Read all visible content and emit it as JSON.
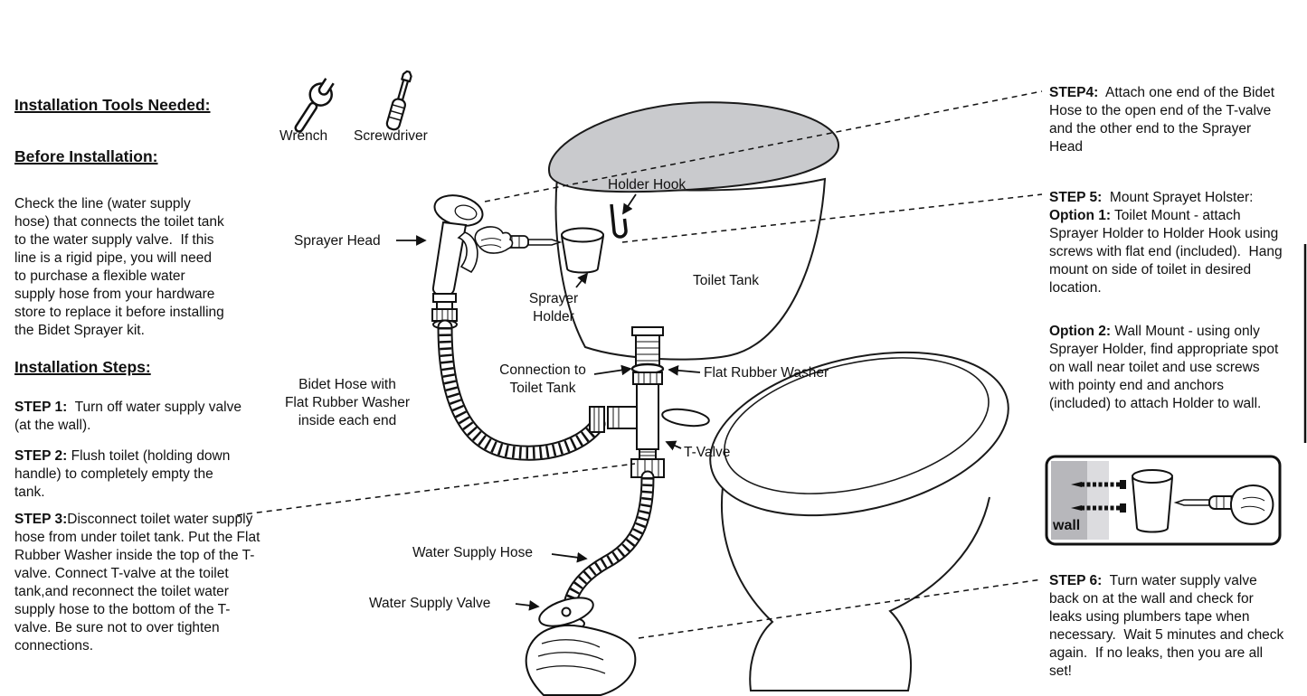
{
  "left": {
    "tools_heading": "Installation Tools Needed:",
    "before_heading": "Before Installation:",
    "before_text": "Check the line (water supply\nhose) that connects the toilet tank\nto the water supply valve.  If this\nline is a rigid pipe, you will need\nto purchase a flexible water\nsupply hose from your hardware\nstore to replace it before installing\nthe Bidet Sprayer kit.",
    "steps_heading": "Installation Steps:",
    "step1_label": "STEP 1:",
    "step1_text": "  Turn off water supply valve  (at the wall).",
    "step2_label": "STEP 2:",
    "step2_text": " Flush toilet (holding down handle) to completely empty the tank.",
    "step3_label": "STEP 3:",
    "step3_text": "Disconnect toilet water supply hose from under toilet tank. Put the Flat Rubber Washer inside the top of the T-valve. Connect T-valve at the toilet tank,and reconnect the toilet water supply hose to the bottom of the T-valve. Be sure not to over tighten connections."
  },
  "tools": {
    "wrench": "Wrench",
    "screwdriver": "Screwdriver"
  },
  "labels": {
    "holder_hook": "Holder Hook",
    "sprayer_head": "Sprayer Head",
    "sprayer_holder": "Sprayer\nHolder",
    "toilet_tank": "Toilet Tank",
    "connection": "Connection to\nToilet Tank",
    "flat_rubber_washer": "Flat Rubber Washer",
    "bidet_hose": "Bidet Hose with\nFlat Rubber Washer\ninside each end",
    "t_valve": "T-Valve",
    "water_supply_hose": "Water Supply Hose",
    "water_supply_valve": "Water Supply Valve"
  },
  "right": {
    "step4_label": "STEP4:",
    "step4_text": "  Attach one end of the Bidet Hose to the open end of the T-valve and the other end to the Sprayer Head",
    "step5_label": "STEP 5:",
    "step5_intro": "  Mount Sprayet Holster: ",
    "option1_label": "Option 1:",
    "option1_text": " Toilet Mount - attach Sprayer Holder to Holder Hook using screws with flat end (included).  Hang mount on side of toilet in desired location.",
    "option2_label": "Option 2:",
    "option2_text": " Wall Mount - using only Sprayer Holder, find appropriate spot on wall near toilet and use screws with pointy end and anchors (included) to attach Holder to wall.",
    "wall_label": "wall",
    "step6_label": "STEP 6:",
    "step6_text": "  Turn water supply valve back on at the wall and check for leaks using plumbers tape when necessary.  Wait 5 minutes and check again.  If no leaks, then you are all set!"
  },
  "colors": {
    "ink": "#111111",
    "lid_gray": "#c9cacd",
    "wall_gray": "#b7b7bb",
    "background": "#ffffff"
  }
}
